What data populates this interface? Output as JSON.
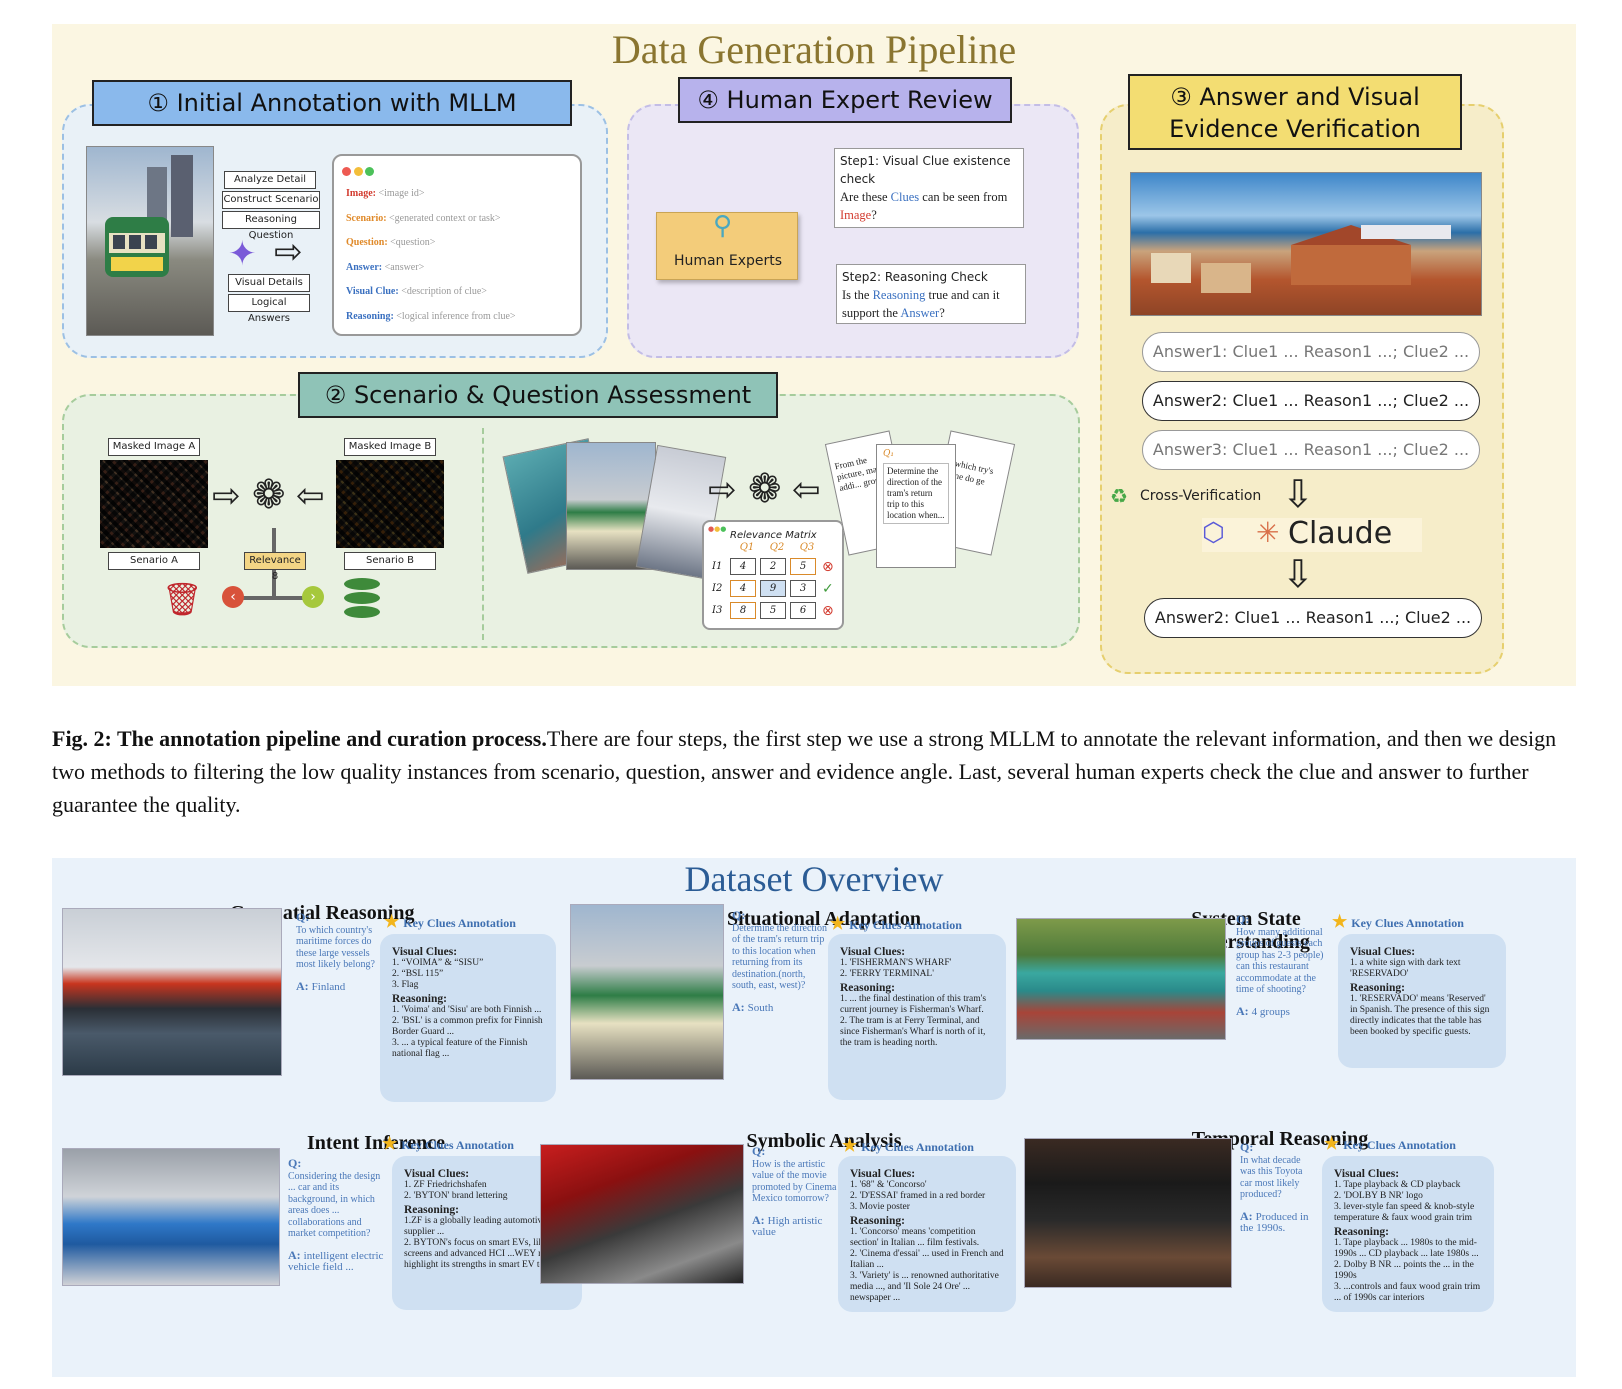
{
  "pipeline": {
    "title": "Data Generation Pipeline",
    "step1": {
      "header": "① Initial Annotation with MLLM",
      "left_labels": [
        "Analyze Detail",
        "Construct Scenario",
        "Reasoning Question"
      ],
      "right_labels": [
        "Visual Details",
        "Logical Answers"
      ],
      "fields": [
        {
          "key": "Image:",
          "value": "<image id>",
          "color": "#d23a2e"
        },
        {
          "key": "Scenario:",
          "value": "<generated context or task>",
          "color": "#e08a2a"
        },
        {
          "key": "Question:",
          "value": "<question>",
          "color": "#e08a2a"
        },
        {
          "key": "Answer:",
          "value": "<answer>",
          "color": "#3a70c0"
        },
        {
          "key": "Visual Clue:",
          "value": "<description of clue>",
          "color": "#3a70c0"
        },
        {
          "key": "Reasoning:",
          "value": "<logical inference from clue>",
          "color": "#3a70c0"
        }
      ]
    },
    "step4": {
      "header": "④ Human Expert Review",
      "experts": "Human Experts",
      "s1_title": "Step1: Visual Clue existence check",
      "s1_a": "Are these ",
      "s1_b": "Clues",
      "s1_c": " can be seen from ",
      "s1_d": "Image",
      "s1_e": "?",
      "s2_title": "Step2: Reasoning Check",
      "s2_a": "Is the ",
      "s2_b": "Reasoning",
      "s2_c": " true and can it support the ",
      "s2_d": "Answer",
      "s2_e": "?"
    },
    "step3": {
      "header_l1": "③ Answer and Visual",
      "header_l2": "Evidence Verification",
      "answers": [
        "Answer1: Clue1 ... Reason1 ...; Clue2 ...",
        "Answer2: Clue1 ... Reason1 ...; Clue2 ...",
        "Answer3: Clue1 ... Reason1 ...; Clue2 ..."
      ],
      "cross": "Cross-Verification",
      "claude": "Claude",
      "final": "Answer2: Clue1 ... Reason1 ...; Clue2 ..."
    },
    "step2": {
      "header": "② Scenario & Question Assessment",
      "masked_a": "Masked Image A",
      "masked_b": "Masked Image B",
      "scenario_a": "Senario A",
      "scenario_b": "Senario B",
      "relevance": "Relevance 8",
      "matrix_title": "Relevance  Matrix",
      "matrix_cols": [
        "Q1",
        "Q2",
        "Q3"
      ],
      "matrix_rows": [
        "I1",
        "I2",
        "I3"
      ],
      "matrix": [
        [
          "4",
          "2",
          "5"
        ],
        [
          "4",
          "9",
          "3"
        ],
        [
          "8",
          "5",
          "6"
        ]
      ],
      "q_card_text": "Determine the direction of the tram's return trip to this location when...",
      "q_card_left": "From the picture, many addi... grou...",
      "q_card_right": "which try's me do ge"
    }
  },
  "caption": {
    "label": "Fig. 2: The annotation pipeline and curation process.",
    "text": "There are four steps, the first step we use a strong MLLM to annotate the relevant information, and then we design two methods to filtering the low quality instances from scenario, question, answer and evidence angle. Last, several human experts check the clue and answer to further guarantee the quality."
  },
  "overview": {
    "title": "Dataset Overview",
    "key_clues_label": "Key Clues Annotation",
    "visual_clues_label": "Visual Clues:",
    "reasoning_label": "Reasoning:",
    "panels": [
      {
        "title": "Geospatial Reasoning",
        "q": "To which country's maritime forces do these large vessels most likely belong?",
        "a": "Finland",
        "clues": [
          "1. “VOIMA” & “SISU”",
          "2. “BSL 115”",
          "3. Flag"
        ],
        "reasoning": [
          "1. 'Voima' and 'Sisu' are both Finnish ...",
          "2. 'BSL' is a common prefix for Finnish Border Guard ...",
          "3. ... a typical feature of the Finnish national flag ..."
        ]
      },
      {
        "title": "Situational Adaptation",
        "q": "Determine the direction of the tram's return trip to this location when returning from its destination.(north, south, east, west)?",
        "a": "South",
        "clues": [
          "1. 'FISHERMAN'S WHARF'",
          "2. 'FERRY TERMINAL'"
        ],
        "reasoning": [
          "1. ... the final destination of this tram's current journey is Fisherman's Wharf.",
          "2. The tram is at Ferry Terminal, and since Fisherman's Wharf is north of it, the tram is heading north."
        ]
      },
      {
        "title": "System State Understanding",
        "q": "How many additional groups of guests each group has 2-3 people) can this restaurant accommodate at the time of shooting?",
        "a": "4 groups",
        "clues": [
          "1. a white sign with dark text 'RESERVADO'"
        ],
        "reasoning": [
          "1. 'RESERVADO' means 'Reserved' in Spanish. The presence of this sign directly indicates that the table has been booked by specific guests."
        ]
      },
      {
        "title": "Intent Inference",
        "q": "Considering the design ... car and its background, in which areas does ... collaborations and market competition?",
        "a": "intelligent electric vehicle field ...",
        "clues": [
          "1. ZF Friedrichshafen",
          "2. 'BYTON' brand lettering"
        ],
        "reasoning": [
          "1.ZF is a globally leading automotive parts supplier ...",
          "2. BYTON's focus on smart EVs, like large screens and advanced HCI ...WEY must highlight its strengths in smart EV tech ..."
        ]
      },
      {
        "title": "Symbolic Analysis",
        "q": "How is the artistic value of the movie promoted by Cinema Mexico tomorrow?",
        "a": "High artistic value",
        "clues": [
          "1. '68\" & 'Concorso'",
          "2. 'D'ESSAI' framed in a red border",
          "3. Movie poster"
        ],
        "reasoning": [
          "1. 'Concorso' means 'competition section' in Italian ... film festivals.",
          "2. 'Cinema d'essai' ... used in French and Italian ...",
          "3. 'Variety' is ... renowned authoritative media ..., and 'Il Sole 24 Ore' ... newspaper ..."
        ]
      },
      {
        "title": "Temporal Reasoning",
        "q": "In what decade was this Toyota car most likely produced?",
        "a": "Produced in the 1990s.",
        "clues": [
          "1. Tape playback & CD playback",
          "2. 'DOLBY B NR' logo",
          "3. lever-style fan speed & knob-style temperature & faux wood grain trim"
        ],
        "reasoning": [
          "1. Tape playback ... 1980s to the mid-1990s ... CD playback ... late 1980s ...",
          "2. Dolby B NR ... points the ... in the 1990s",
          "3. ...controls and faux wood grain trim ... of 1990s car interiors"
        ]
      }
    ]
  },
  "colors": {
    "pipeline_bg": "#fbf6e2",
    "step1_header": "#8ab9ec",
    "step4_header": "#b7b2ec",
    "step3_header": "#f3dd72",
    "step2_header": "#8fc3b7",
    "overview_bg": "#eaf2fa",
    "card_bg": "#cfe0f2",
    "accent_blue": "#3a70c0",
    "accent_red": "#d23a2e"
  }
}
